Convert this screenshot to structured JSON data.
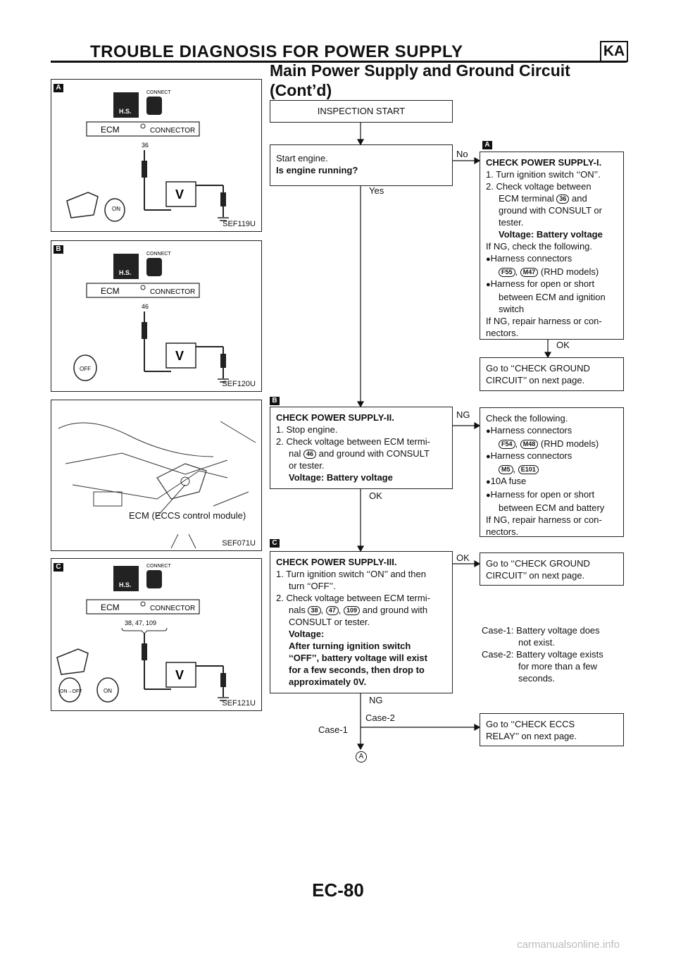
{
  "header": {
    "title": "TROUBLE DIAGNOSIS FOR POWER SUPPLY",
    "code": "KA",
    "subtitle_line1": "Main Power Supply and Ground Circuit",
    "subtitle_line2": "(Cont’d)"
  },
  "figures": {
    "a": {
      "flag": "A",
      "code": "SEF119U",
      "pin": "36",
      "ecm": "ECM",
      "connector": "CONNECTOR",
      "connect": "CONNECT",
      "hs": "H.S.",
      "v": "V",
      "key": "ON"
    },
    "b": {
      "flag": "B",
      "code": "SEF120U",
      "pin": "46",
      "ecm": "ECM",
      "connector": "CONNECTOR",
      "connect": "CONNECT",
      "hs": "H.S.",
      "v": "V",
      "key": "OFF"
    },
    "car": {
      "code": "SEF071U",
      "label": "ECM (ECCS control module)"
    },
    "c": {
      "flag": "C",
      "code": "SEF121U",
      "pin": "38, 47, 109",
      "ecm": "ECM",
      "connector": "CONNECTOR",
      "connect": "CONNECT",
      "hs": "H.S.",
      "v": "V",
      "key1": "ON→OFF",
      "key2": "ON"
    }
  },
  "flow": {
    "start": "INSPECTION START",
    "step1": {
      "line1": "Start engine.",
      "line2": "Is engine running?"
    },
    "yes": "Yes",
    "no": "No",
    "box_a": {
      "flag": "A",
      "title": "CHECK POWER SUPPLY-I.",
      "l1": "1. Turn ignition switch ‘‘ON’’.",
      "l2": "2. Check voltage between",
      "l3a": "ECM terminal",
      "t36": "36",
      "l3b": "and",
      "l4": "ground with CONSULT or",
      "l5": "tester.",
      "l6": "Voltage: Battery voltage",
      "l7": "If NG, check the following.",
      "b1": "Harness connectors",
      "f55": "F55",
      "m47": "M47",
      "rhd": "(RHD models)",
      "b2": "Harness for open or short",
      "b2b": "between ECM and ignition",
      "b2c": "switch",
      "l8": "If NG, repair harness or con-",
      "l9": "nectors."
    },
    "ok_a": "OK",
    "ground1": {
      "l1": "Go to ‘‘CHECK GROUND",
      "l2": "CIRCUIT’’ on next page."
    },
    "box_b": {
      "flag": "B",
      "title": "CHECK POWER SUPPLY-II.",
      "l1": "1. Stop engine.",
      "l2": "2. Check voltage between ECM termi-",
      "l3a": "nal",
      "t46": "46",
      "l3b": "and ground with CONSULT",
      "l4": "or tester.",
      "l5": "Voltage: Battery voltage"
    },
    "ng_b": "NG",
    "ok_b": "OK",
    "check_b": {
      "l0": "Check the following.",
      "b1": "Harness connectors",
      "f54": "F54",
      "m48": "M48",
      "rhd": "(RHD models)",
      "b2": "Harness connectors",
      "m5": "M5",
      "e101": "E101",
      "b3": "10A fuse",
      "b4": "Harness for open or short",
      "b4b": "between ECM and battery",
      "l8": "If NG, repair harness or con-",
      "l9": "nectors."
    },
    "box_c": {
      "flag": "C",
      "title": "CHECK POWER SUPPLY-III.",
      "l1": "1. Turn ignition switch ‘‘ON’’ and then",
      "l1b": "turn ‘‘OFF’’.",
      "l2": "2. Check voltage between ECM termi-",
      "l3a": "nals",
      "t38": "38",
      "t47": "47",
      "t109": "109",
      "l3b": "and ground with",
      "l4": "CONSULT or tester.",
      "l5": "Voltage:",
      "l6": "After turning ignition switch",
      "l7": "‘‘OFF’’, battery voltage will exist",
      "l8": "for a few seconds, then drop to",
      "l9": "approximately 0V."
    },
    "ok_c": "OK",
    "ground2": {
      "l1": "Go to ‘‘CHECK GROUND",
      "l2": "CIRCUIT’’ on next page."
    },
    "cases": {
      "c1a": "Case-1: Battery voltage does",
      "c1b": "not exist.",
      "c2a": "Case-2: Battery voltage exists",
      "c2b": "for more than a few",
      "c2c": "seconds."
    },
    "ng_c": "NG",
    "case1": "Case-1",
    "case2": "Case-2",
    "eccs": {
      "l1": "Go to ‘‘CHECK ECCS",
      "l2": "RELAY’’ on next page."
    },
    "goto": "A"
  },
  "footer": {
    "page": "EC-80",
    "watermark": "carmanualsonline.info"
  }
}
